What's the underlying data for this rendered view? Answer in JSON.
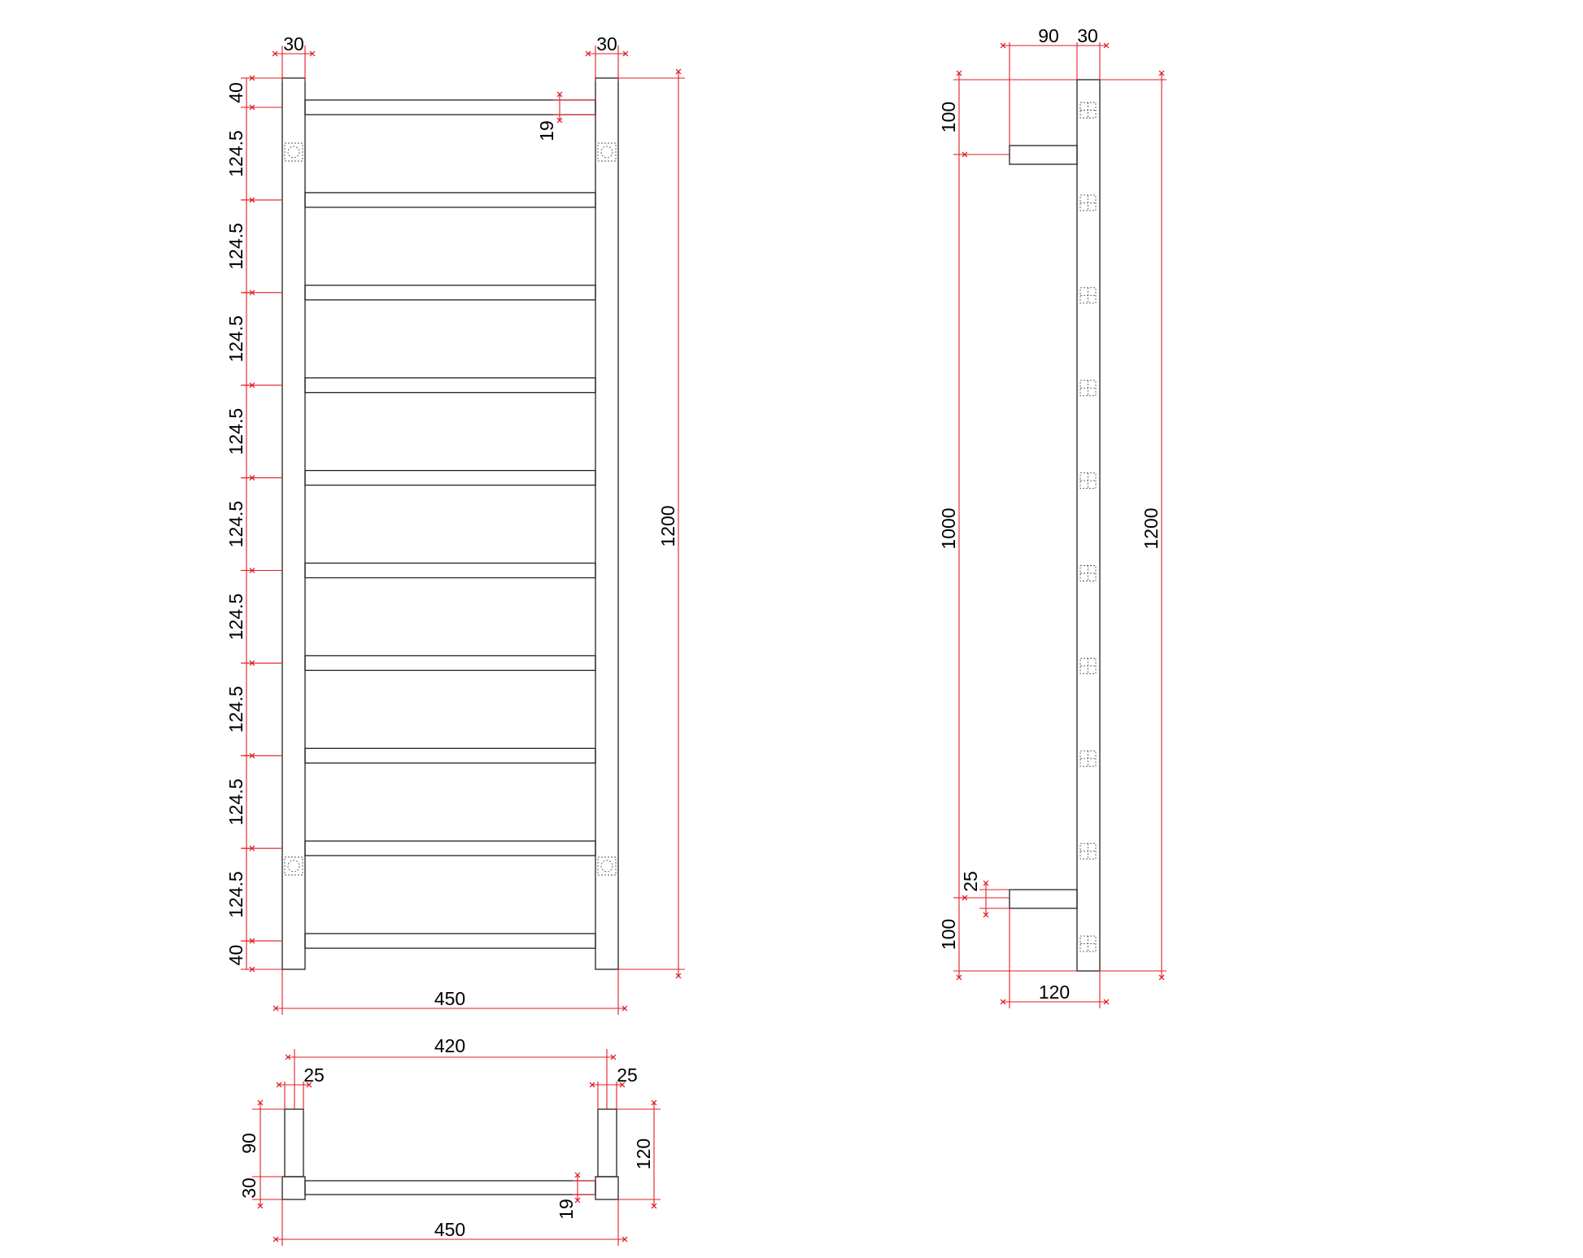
{
  "colors": {
    "line": "#222222",
    "dimension": "#e31b23",
    "text": "#000000",
    "background": "#ffffff"
  },
  "front": {
    "top_left_width": "30",
    "top_right_width": "30",
    "left_dims": [
      "40",
      "124.5",
      "124.5",
      "124.5",
      "124.5",
      "124.5",
      "124.5",
      "124.5",
      "124.5",
      "124.5",
      "40"
    ],
    "bar_thickness": "19",
    "height": "1200",
    "width": "450"
  },
  "side": {
    "depth_top": "90",
    "rail_width": "30",
    "top_offset": "100",
    "span": "1000",
    "bottom_bar": "25",
    "bottom_offset": "100",
    "height": "1200",
    "total_depth": "120"
  },
  "plan": {
    "inner_width": "420",
    "left_post": "25",
    "right_post": "25",
    "depth": "90",
    "rail": "30",
    "total_depth": "120",
    "bar_thickness": "19",
    "width": "450"
  }
}
